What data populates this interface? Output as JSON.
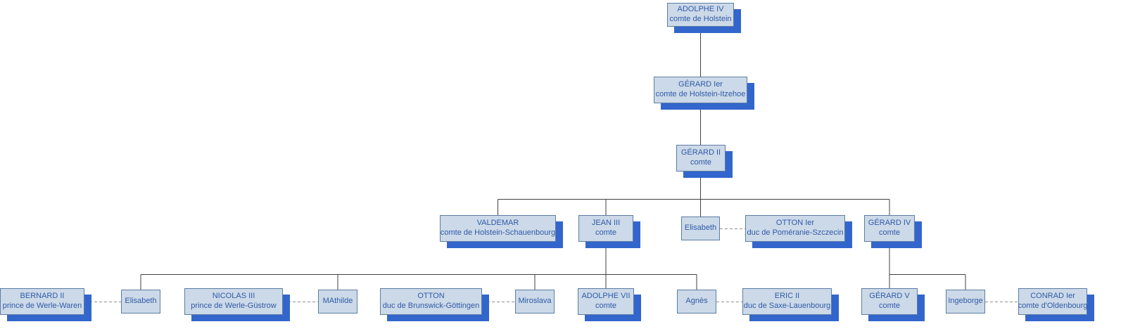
{
  "diagram": {
    "type": "family-tree",
    "language": "fr"
  },
  "colors": {
    "background": "#ffffff",
    "box_fill": "#ccd9e8",
    "box_border": "#5b7da4",
    "box_text": "#2f5aa8",
    "box_shadow": "#3366cc",
    "line_solid": "#404040",
    "line_dashed": "#909090"
  },
  "nodes": {
    "adolphe4": {
      "name": "ADOLPHE IV",
      "title": "comte de Holstein"
    },
    "gerard1": {
      "name": "GÉRARD Ier",
      "title": "comte de Holstein-Itzehoe"
    },
    "gerard2": {
      "name": "GÉRARD II",
      "title": "comte"
    },
    "valdemar": {
      "name": "VALDEMAR",
      "title": "comte de Holstein-Schauenbourg"
    },
    "jean3": {
      "name": "JEAN III",
      "title": "comte"
    },
    "elisabeth": {
      "name": "Elisabeth"
    },
    "otton1": {
      "name": "OTTON Ier",
      "title": "duc de Poméranie-Szczecin"
    },
    "gerard4": {
      "name": "GÉRARD IV",
      "title": "comte"
    },
    "bernard2": {
      "name": "BERNARD II",
      "title": "prince de Werle-Waren"
    },
    "elisabeth2": {
      "name": "Elisabeth"
    },
    "nicolas3": {
      "name": "NICOLAS III",
      "title": "prince de Werle-Güstrow"
    },
    "mathilde": {
      "name": "MAthilde"
    },
    "otton": {
      "name": "OTTON",
      "title": "duc de Brunswick-Göttingen"
    },
    "miroslava": {
      "name": "Miroslava"
    },
    "adolphe7": {
      "name": "ADOLPHE VII",
      "title": "comte"
    },
    "agnes": {
      "name": "Agnès"
    },
    "eric2": {
      "name": "ERIC II",
      "title": "duc de Saxe-Lauenbourg"
    },
    "gerard5": {
      "name": "GÉRARD V",
      "title": "comte"
    },
    "ingeborge": {
      "name": "Ingeborge"
    },
    "conrad1": {
      "name": "CONRAD Ier",
      "title": "comte d'Oldenbourg"
    }
  },
  "relations": {
    "parent_child": [
      [
        "adolphe4",
        "gerard1"
      ],
      [
        "gerard1",
        "gerard2"
      ],
      [
        "gerard2",
        "valdemar"
      ],
      [
        "gerard2",
        "jean3"
      ],
      [
        "gerard2",
        "elisabeth"
      ],
      [
        "gerard2",
        "gerard4"
      ],
      [
        "jean3",
        "elisabeth2"
      ],
      [
        "jean3",
        "mathilde"
      ],
      [
        "jean3",
        "miroslava"
      ],
      [
        "jean3",
        "adolphe7"
      ],
      [
        "jean3",
        "agnes"
      ],
      [
        "gerard4",
        "gerard5"
      ],
      [
        "gerard4",
        "ingeborge"
      ]
    ],
    "marriages": [
      [
        "elisabeth",
        "otton1"
      ],
      [
        "bernard2",
        "elisabeth2"
      ],
      [
        "nicolas3",
        "mathilde"
      ],
      [
        "otton",
        "miroslava"
      ],
      [
        "agnes",
        "eric2"
      ],
      [
        "ingeborge",
        "conrad1"
      ]
    ]
  }
}
